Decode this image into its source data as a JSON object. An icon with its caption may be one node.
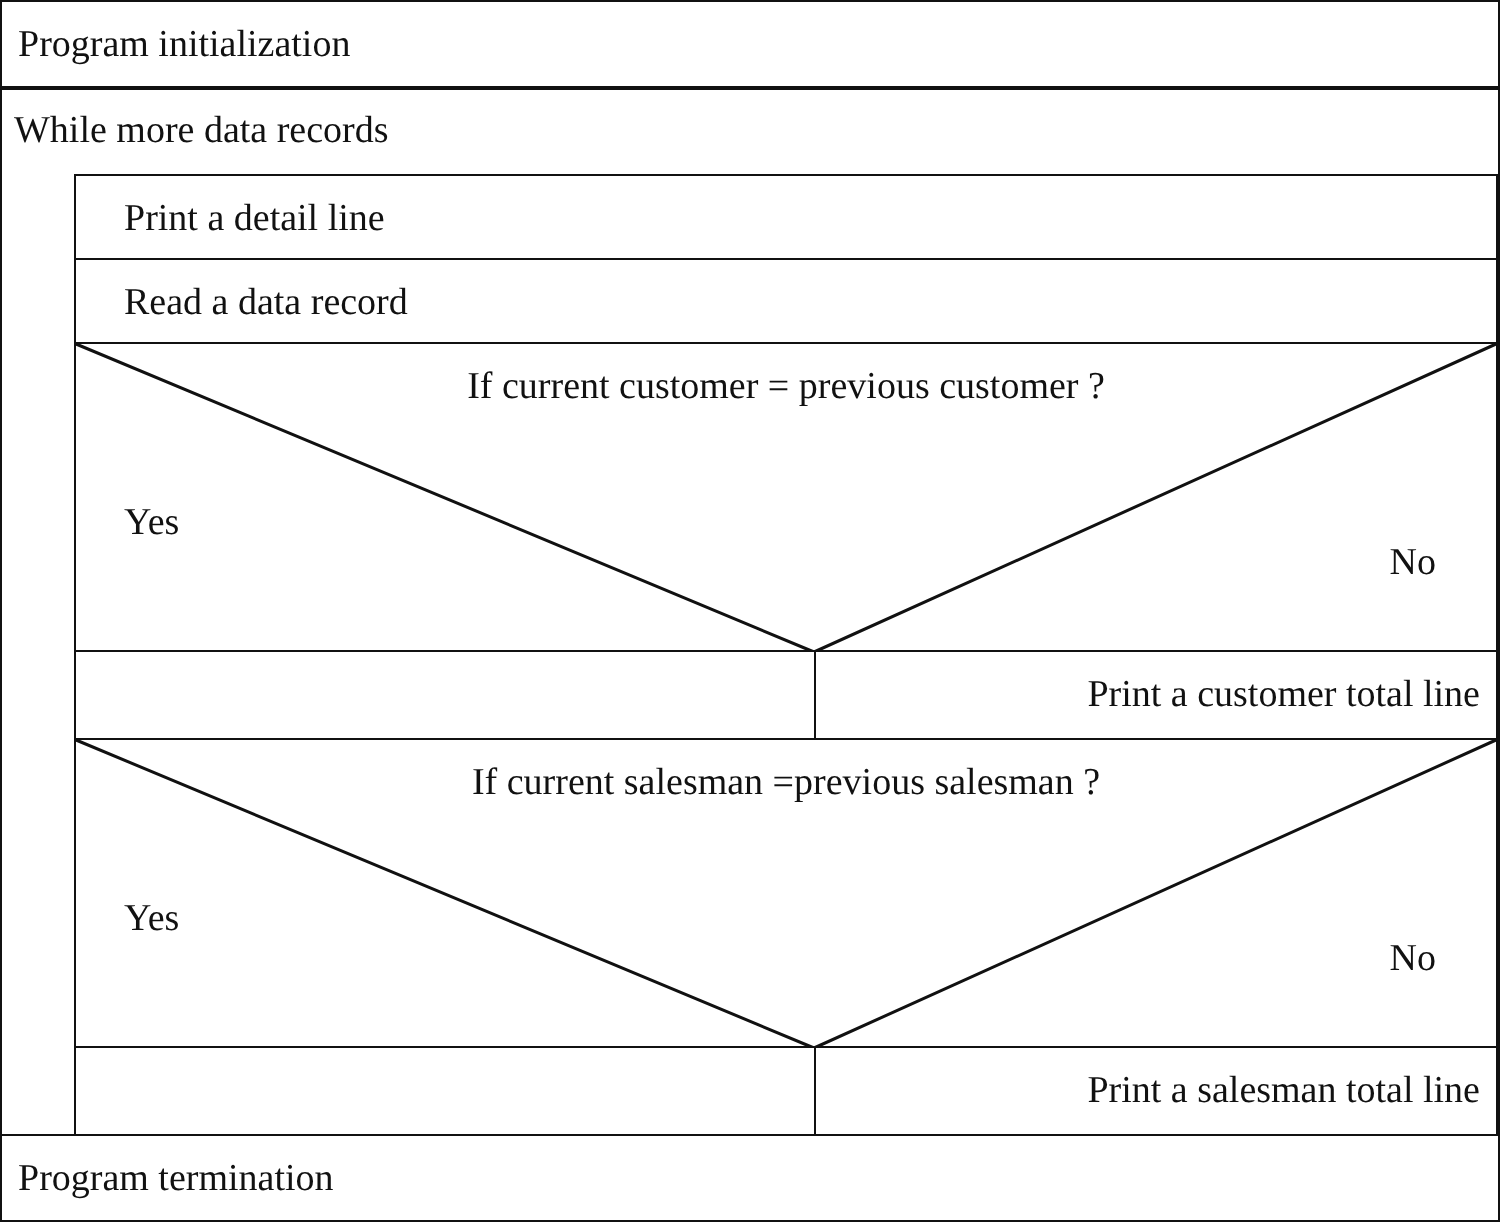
{
  "diagram": {
    "nodes": [
      {
        "text": [
          "Program initialization"
        ]
      },
      {
        "text": [
          "While more data records"
        ]
      },
      {
        "text": [
          "Print a detail line"
        ],
        "in": 1
      },
      {
        "text": [
          "Read a data record"
        ],
        "in": 1
      },
      {
        "text": [
          "If current customer = previous customer ?",
          "Yes",
          "No"
        ],
        "in": 1
      },
      {
        "text": [],
        "shape": "box",
        "in": 1
      },
      {
        "text": [
          "Print a customer total line"
        ],
        "in": 1
      },
      {
        "text": [
          "If current salesman =previous salesman ?",
          "Yes",
          "No"
        ],
        "in": 1
      },
      {
        "text": [],
        "shape": "box",
        "in": 1
      },
      {
        "text": [
          "Print a salesman total line"
        ],
        "in": 1
      },
      {
        "text": [
          "Program termination"
        ]
      }
    ]
  }
}
